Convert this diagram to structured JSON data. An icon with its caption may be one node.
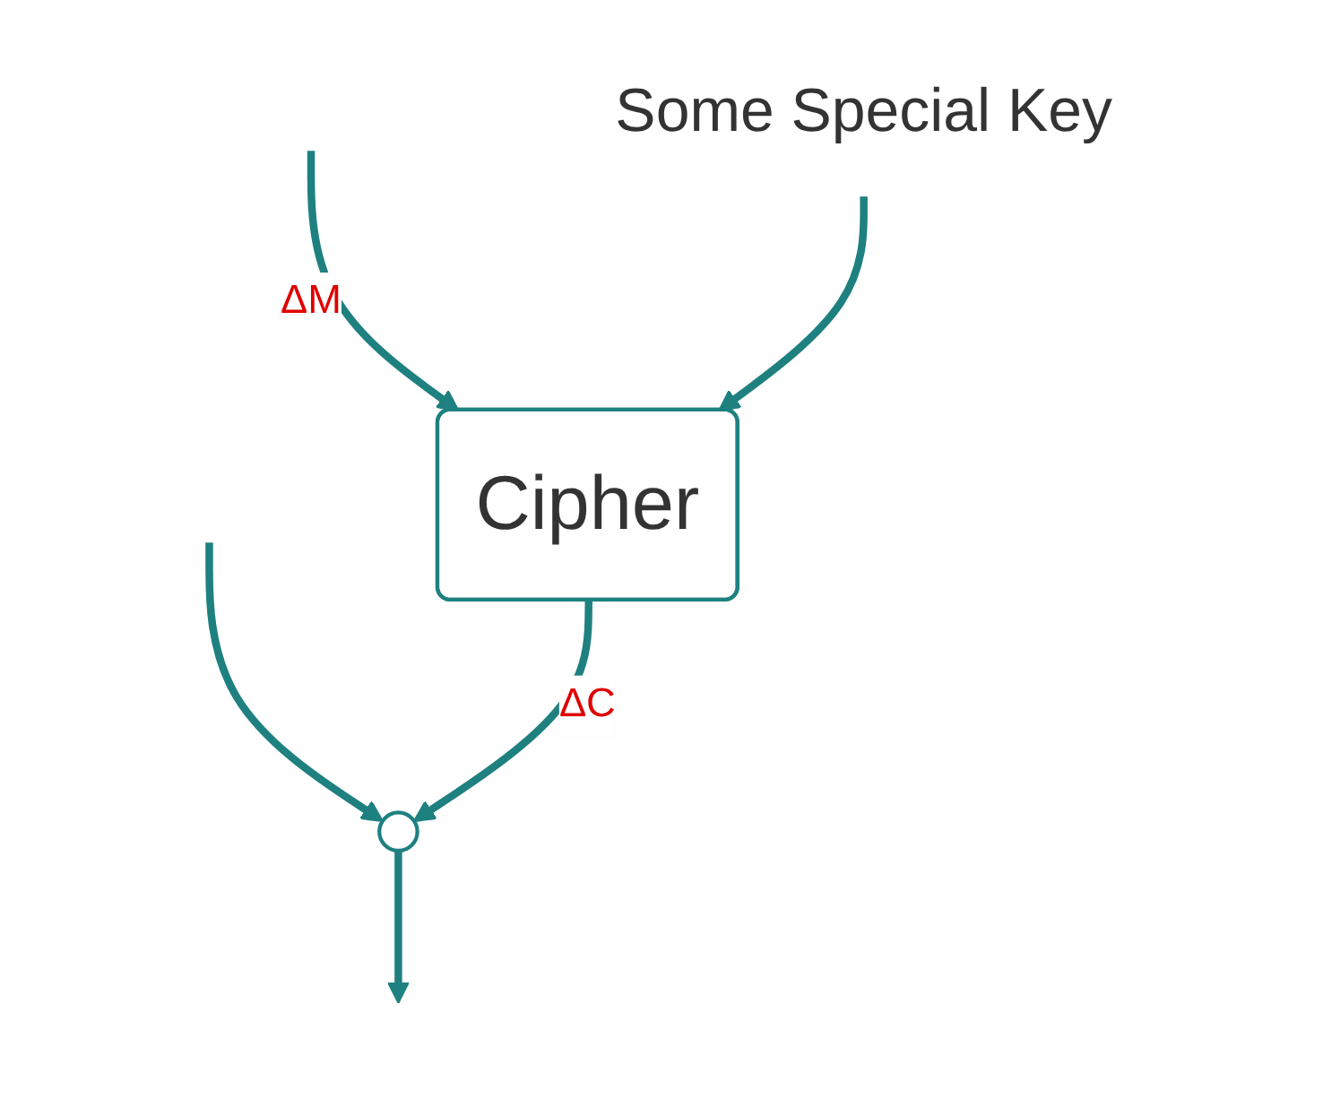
{
  "diagram": {
    "nodes": [
      {
        "text": [
          "Some Special Key"
        ]
      },
      {
        "text": [
          "Cipher"
        ]
      },
      {
        "text": [],
        "shape": "circle"
      }
    ],
    "edges": [
      {
        "from": null,
        "to": 1,
        "arrow": "to",
        "label": "ΔM"
      },
      {
        "from": null,
        "to": 2,
        "arrow": "to"
      },
      {
        "from": 0,
        "to": 1,
        "arrow": "to"
      },
      {
        "from": 1,
        "to": 2,
        "arrow": "to",
        "label": "ΔC"
      },
      {
        "from": 2,
        "to": null,
        "arrow": "to"
      }
    ]
  }
}
